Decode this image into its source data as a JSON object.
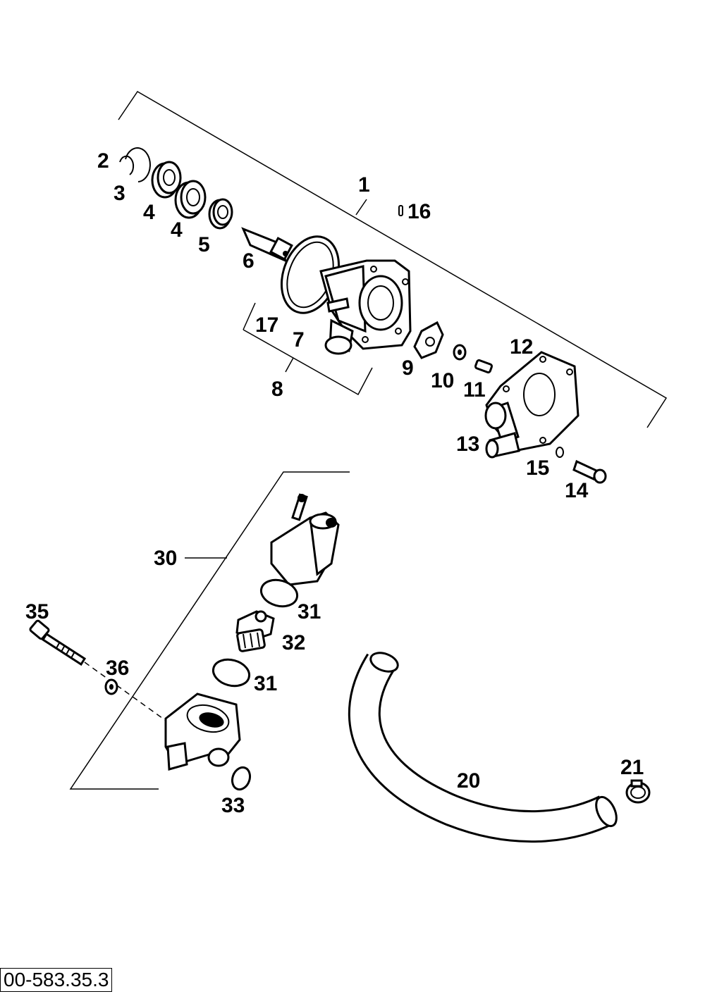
{
  "diagram": {
    "drawing_number": "00-583.35.3",
    "callouts": {
      "c1": "1",
      "c2": "2",
      "c3": "3",
      "c4a": "4",
      "c4b": "4",
      "c5": "5",
      "c6": "6",
      "c7": "7",
      "c8": "8",
      "c9": "9",
      "c10": "10",
      "c11": "11",
      "c12": "12",
      "c13": "13",
      "c14": "14",
      "c15": "15",
      "c16": "16",
      "c17": "17",
      "c20": "20",
      "c21": "21",
      "c30": "30",
      "c31a": "31",
      "c31b": "31",
      "c32": "32",
      "c33": "33",
      "c35": "35",
      "c36": "36"
    }
  }
}
